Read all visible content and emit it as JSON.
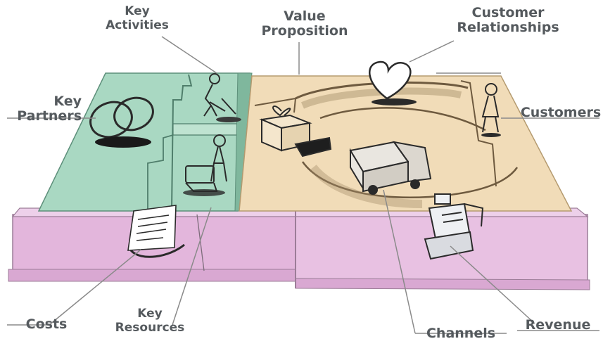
{
  "labels": {
    "key_activities": [
      "Key",
      "Activities"
    ],
    "value_proposition": [
      "Value",
      "Proposition"
    ],
    "customer_relationships": [
      "Customer",
      "Relationships"
    ],
    "key_partners": [
      "Key",
      "Partners"
    ],
    "customers": "Customers",
    "costs": "Costs",
    "key_resources": [
      "Key",
      "Resources"
    ],
    "channels": "Channels",
    "revenue": "Revenue"
  },
  "colors": {
    "label_text": "#555a5e",
    "partners_green": "#a9d8c2",
    "value_beige": "#f1dcb8",
    "bottom_pink": "#e7bfe0",
    "line": "#8a8a8a",
    "sketch": "#2a2a2a"
  }
}
